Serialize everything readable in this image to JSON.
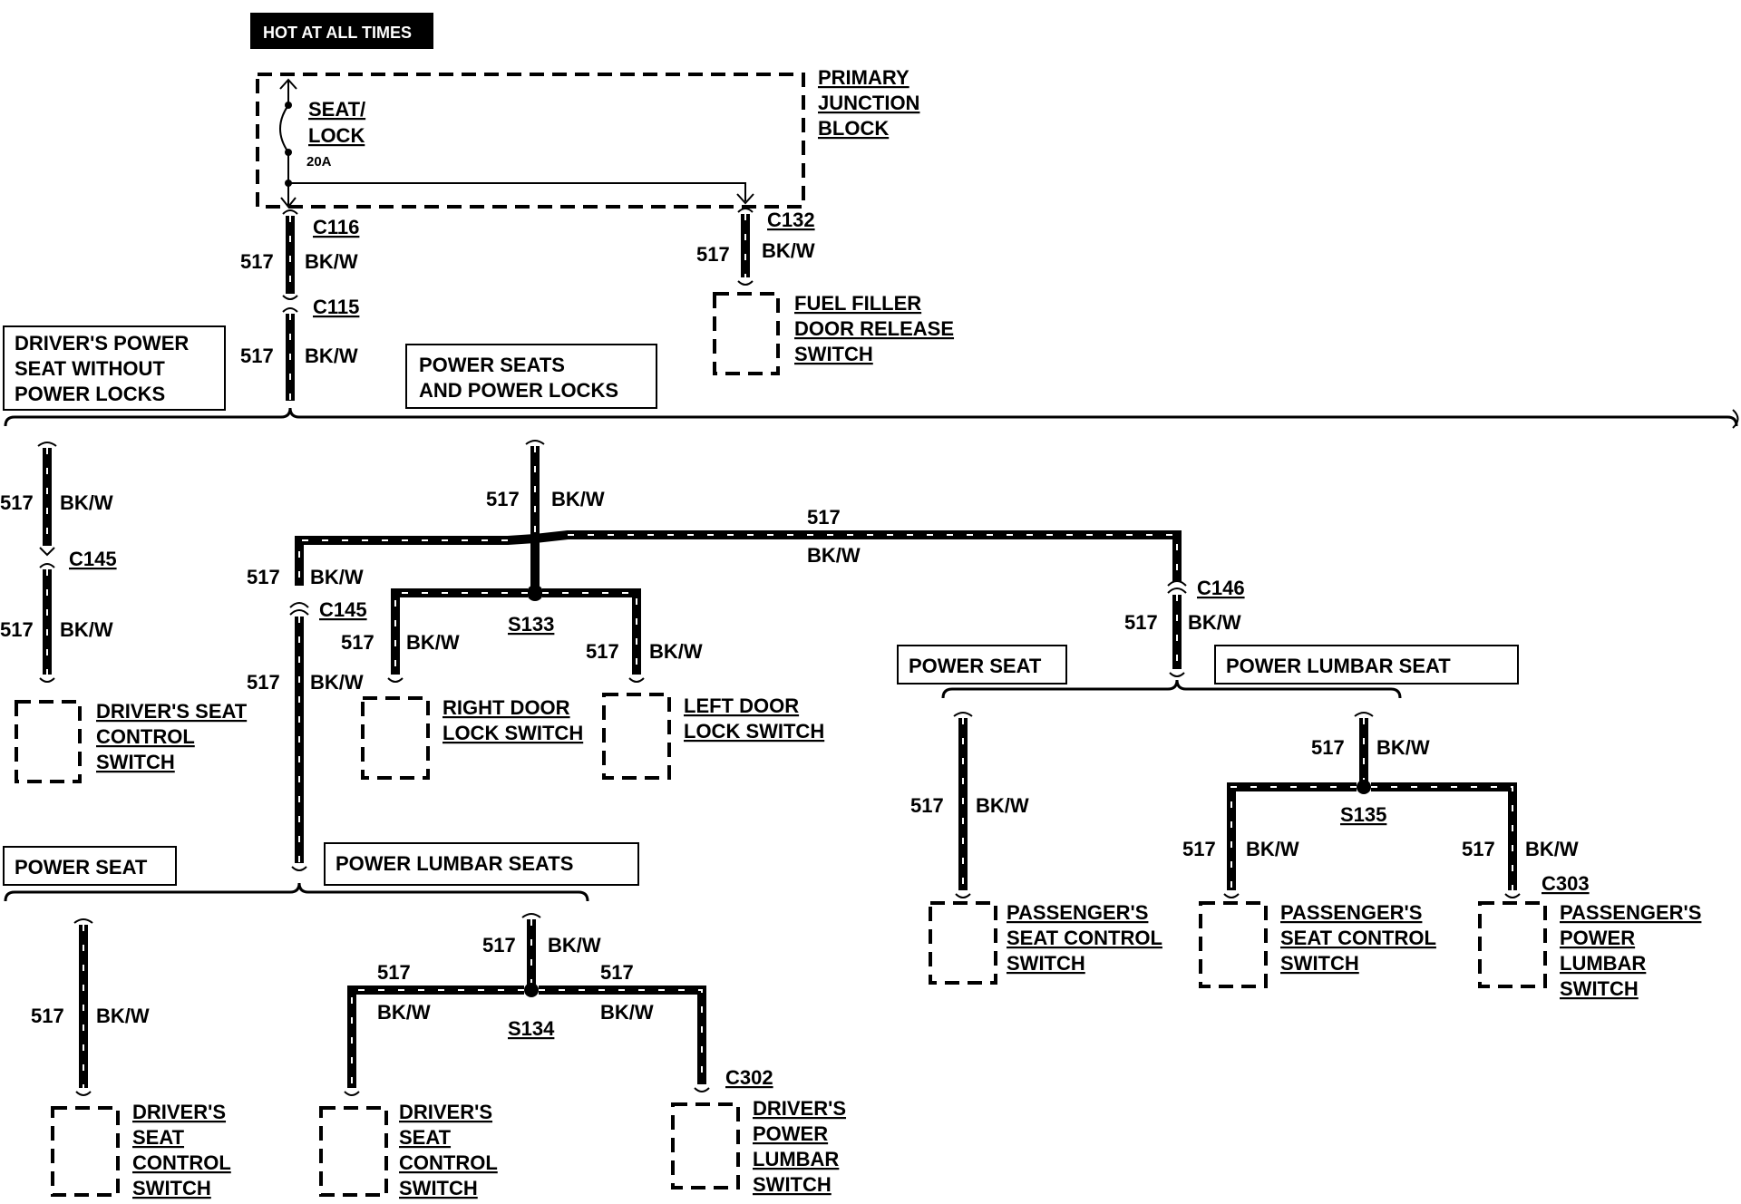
{
  "header": {
    "hot_label": "HOT AT ALL TIMES"
  },
  "junction_block": {
    "name_lines": [
      "PRIMARY",
      "JUNCTION",
      "BLOCK"
    ],
    "fuse_lines": [
      "SEAT/",
      "LOCK"
    ],
    "fuse_rating": "20A"
  },
  "wire": {
    "circuit": "517",
    "color_code": "BK/W"
  },
  "connectors": {
    "c116": "C116",
    "c115": "C115",
    "c132": "C132",
    "c145_left": "C145",
    "c145_mid": "C145",
    "c146": "C146",
    "c302": "C302",
    "c303": "C303"
  },
  "splices": {
    "s133": "S133",
    "s134": "S134",
    "s135": "S135"
  },
  "options": {
    "drivers_power_seat_without_locks": [
      "DRIVER'S POWER",
      "SEAT WITHOUT",
      "POWER LOCKS"
    ],
    "power_seats_and_locks": [
      "POWER SEATS",
      "AND POWER LOCKS"
    ],
    "power_seat_left": "POWER SEAT",
    "power_lumbar_seats": "POWER LUMBAR SEATS",
    "power_seat_right": "POWER SEAT",
    "power_lumbar_seat": "POWER LUMBAR SEAT"
  },
  "components": {
    "fuel_filler": [
      "FUEL FILLER",
      "DOOR RELEASE",
      "SWITCH"
    ],
    "drivers_seat_control_top": [
      "DRIVER'S SEAT",
      "CONTROL",
      "SWITCH"
    ],
    "right_door_lock": [
      "RIGHT DOOR",
      "LOCK SWITCH"
    ],
    "left_door_lock": [
      "LEFT DOOR",
      "LOCK SWITCH"
    ],
    "drivers_seat_control_a": [
      "DRIVER'S",
      "SEAT",
      "CONTROL",
      "SWITCH"
    ],
    "drivers_seat_control_b": [
      "DRIVER'S",
      "SEAT",
      "CONTROL",
      "SWITCH"
    ],
    "drivers_power_lumbar": [
      "DRIVER'S",
      "POWER",
      "LUMBAR",
      "SWITCH"
    ],
    "passengers_seat_control_a": [
      "PASSENGER'S",
      "SEAT CONTROL",
      "SWITCH"
    ],
    "passengers_seat_control_b": [
      "PASSENGER'S",
      "SEAT CONTROL",
      "SWITCH"
    ],
    "passengers_power_lumbar": [
      "PASSENGER'S",
      "POWER",
      "LUMBAR",
      "SWITCH"
    ]
  }
}
